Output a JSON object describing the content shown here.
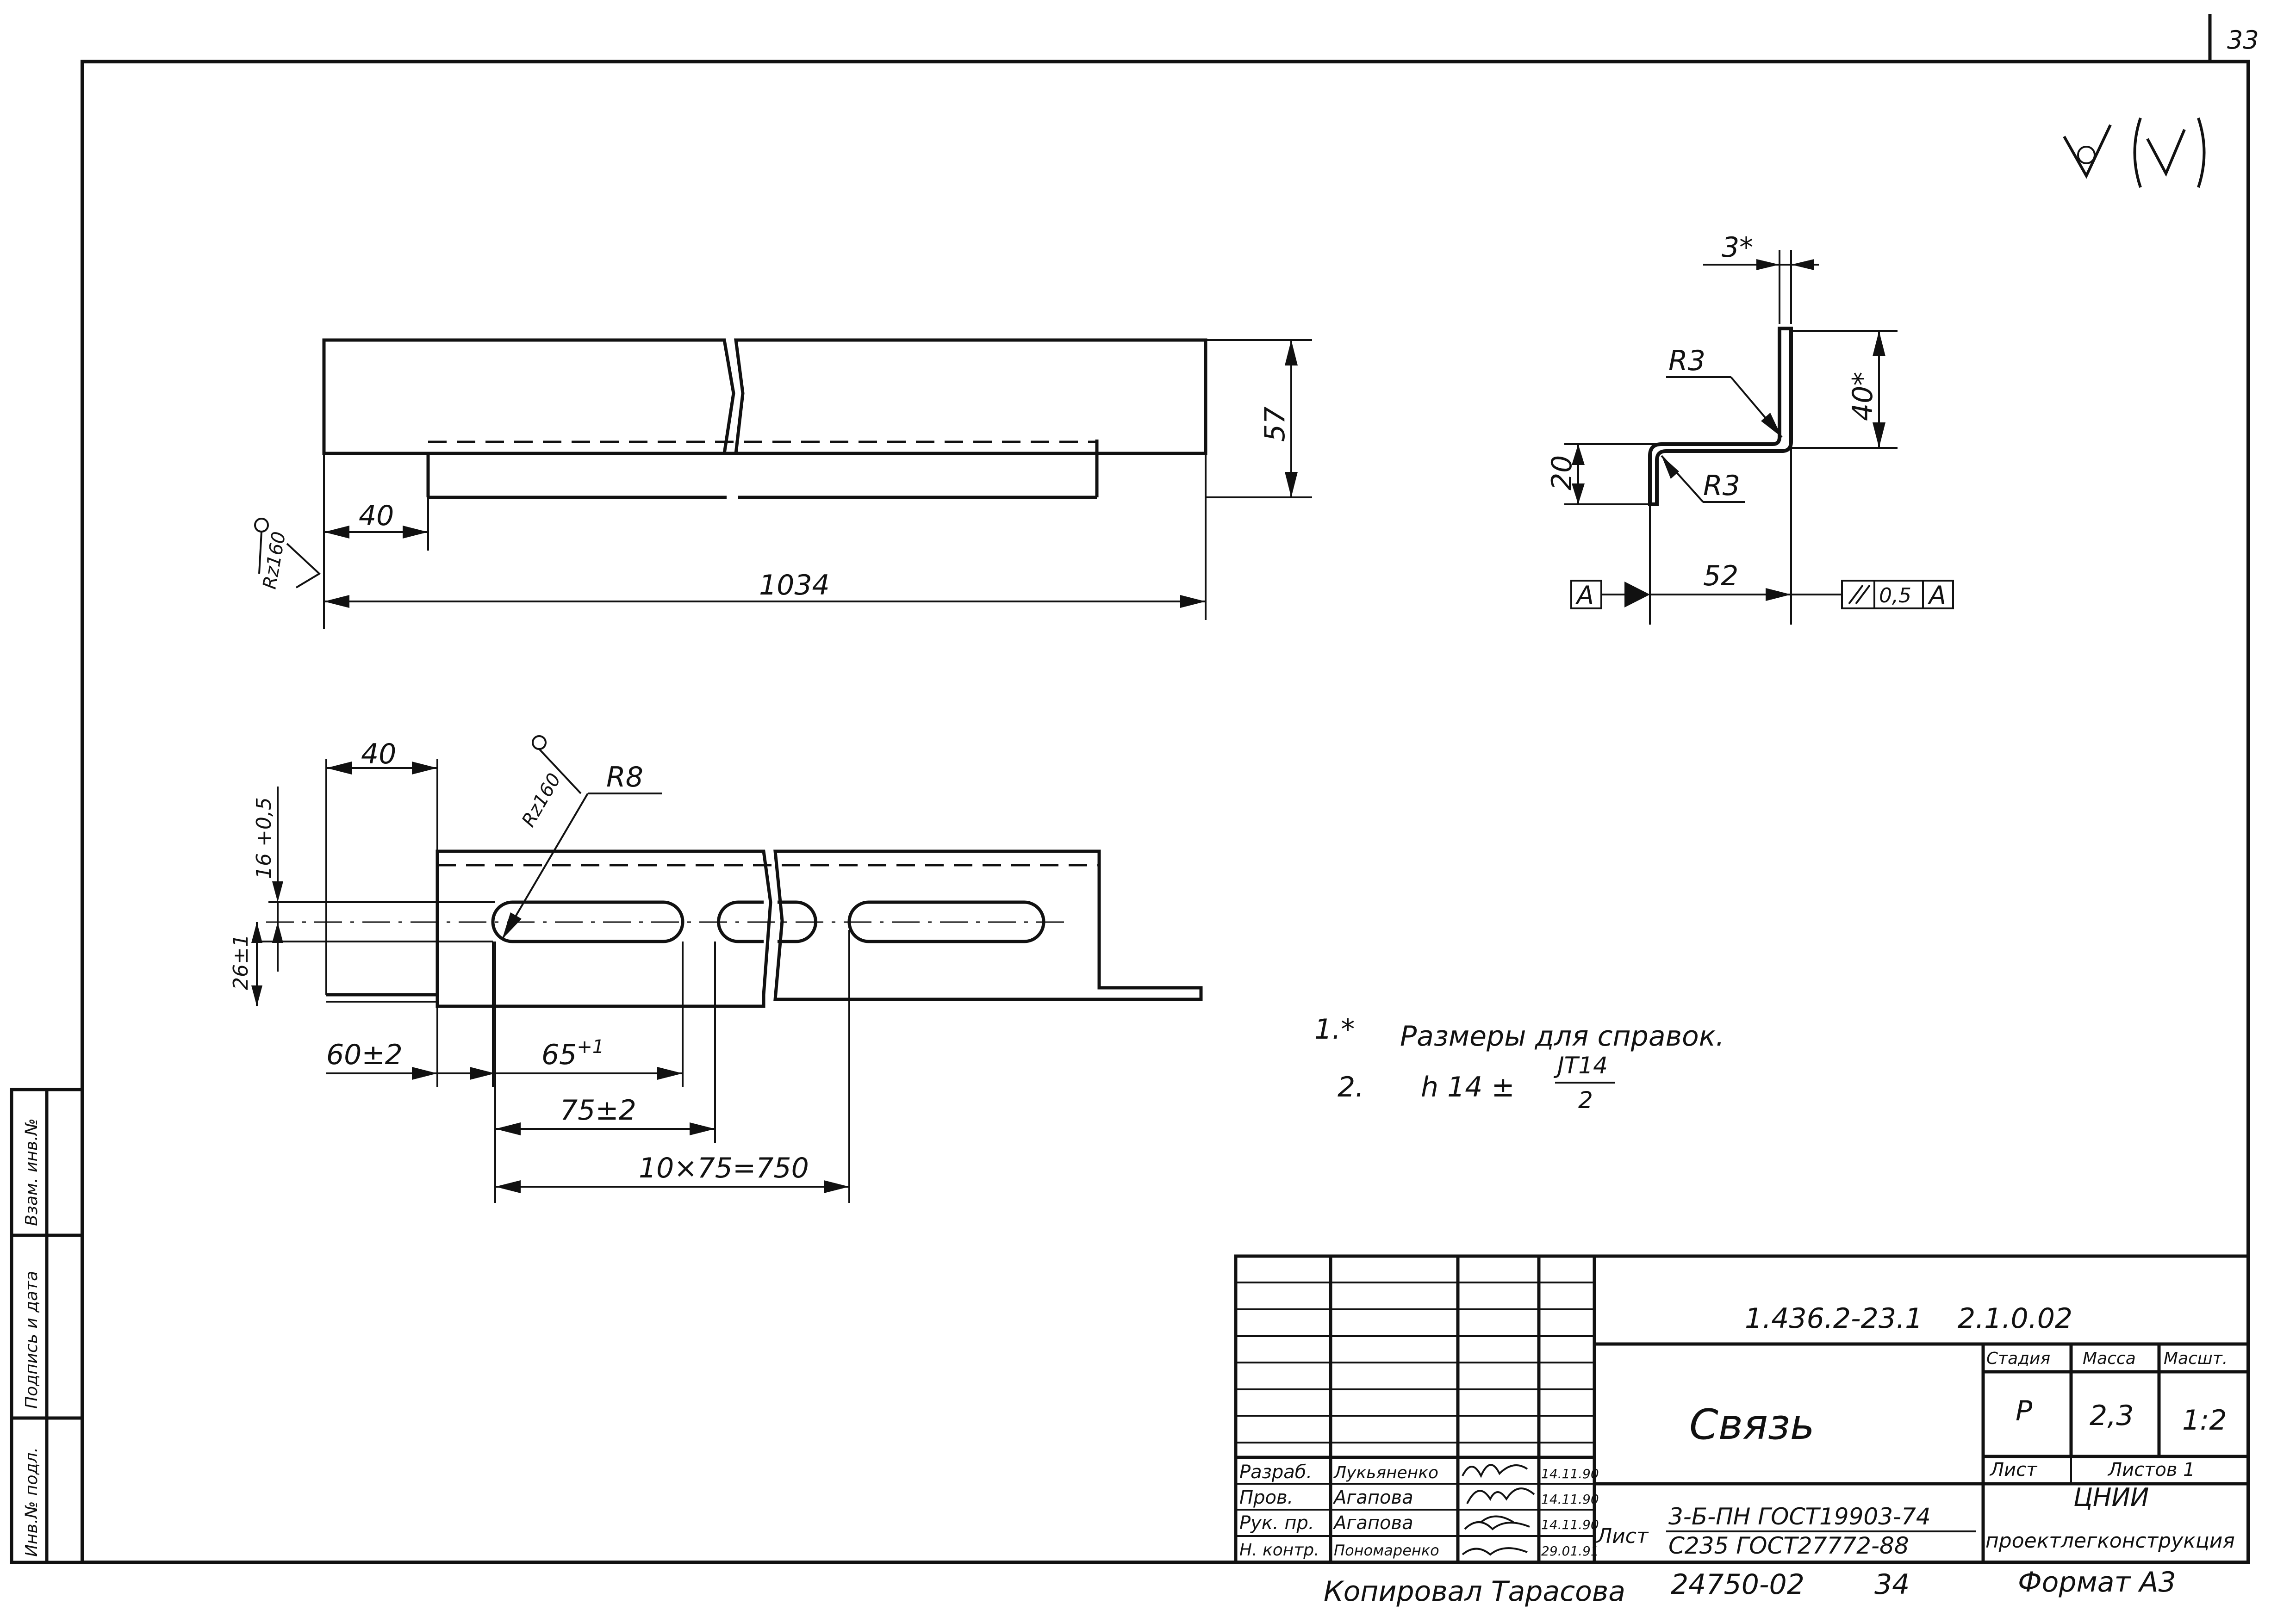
{
  "sheet_number": "33",
  "surface_roughness_symbol": "checkmark-roughness-icon",
  "views": {
    "top": {
      "dim_height": "57",
      "dim_offset": "40",
      "dim_length": "1034",
      "roughness": "Rz160"
    },
    "front": {
      "dim_flange": "40",
      "roughness": "Rz160",
      "radius": "R8",
      "dim_slot_offset": "16 +0,5",
      "dim_height": "26±1",
      "dim_start": "60±2",
      "dim_slot_length": "65",
      "dim_slot_length_tol": "+1",
      "dim_pitch": "75±2",
      "dim_total": "10×75=750"
    },
    "section": {
      "dim_thickness": "3*",
      "radius_top": "R3",
      "radius_bottom": "R3",
      "dim_leg": "40*",
      "dim_lower": "20",
      "dim_width": "52",
      "datum": "A",
      "tolerance_value": "0,5",
      "tolerance_datum": "A"
    }
  },
  "notes": {
    "note1_num": "1.*",
    "note1_text": "Размеры для справок.",
    "note2_num": "2.",
    "note2_text": "h 14 ±",
    "note2_frac_num": "JT14",
    "note2_frac_den": "2"
  },
  "side_stamp": {
    "cell1": "Взам. инв.№",
    "cell2": "Подпись и дата",
    "cell3": "Инв.№ подл."
  },
  "title_block": {
    "designation": "1.436.2-23.1",
    "code": "2.1.0.02",
    "name": "Связь",
    "stage_header": "Стадия",
    "mass_header": "Масса",
    "scale_header": "Масшт.",
    "stage": "Р",
    "mass": "2,3",
    "scale": "1:2",
    "sheet_label": "Лист",
    "sheets_label": "Листов 1",
    "material_label": "Лист",
    "material_line1": "3-Б-ПН ГОСТ19903-74",
    "material_line2": "С235 ГОСТ27772-88",
    "org_line1": "ЦНИИ",
    "org_line2": "проектлегконструкция",
    "roles": [
      {
        "role": "Разраб.",
        "name": "Лукьяненко",
        "date": "14.11.90"
      },
      {
        "role": "Пров.",
        "name": "Агапова",
        "date": "14.11.90"
      },
      {
        "role": "Рук. пр.",
        "name": "Агапова",
        "date": "14.11.90"
      },
      {
        "role": "Н. контр.",
        "name": "Пономаренко",
        "date": "29.01.91"
      }
    ]
  },
  "footer": {
    "copied": "Копировал Тарасова",
    "number": "24750-02",
    "page": "34",
    "format": "Формат А3"
  }
}
